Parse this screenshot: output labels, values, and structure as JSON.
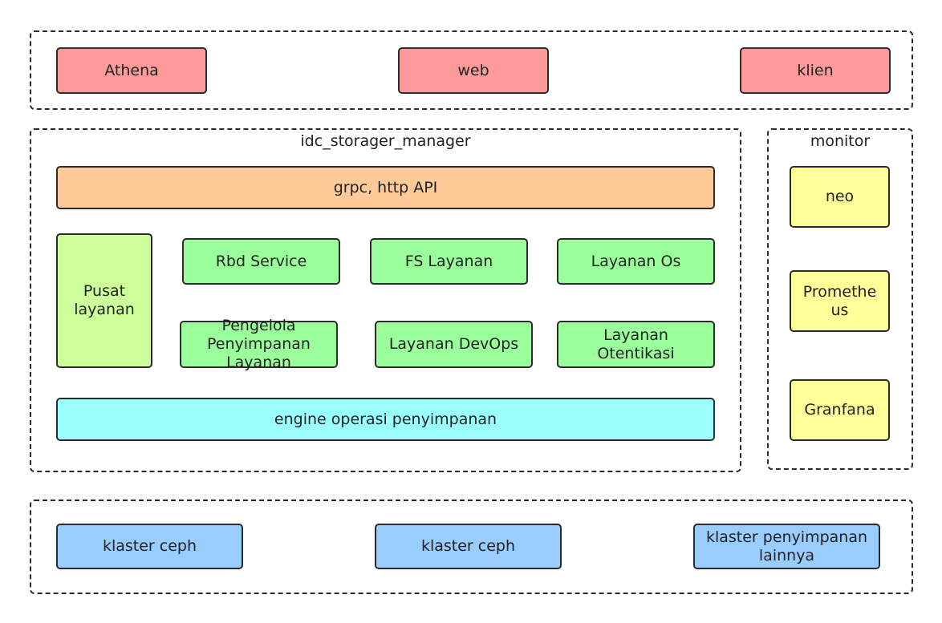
{
  "top_layer": {
    "items": [
      "Athena",
      "web",
      "klien"
    ]
  },
  "manager": {
    "title": "idc_storager_manager",
    "api": "grpc, http API",
    "center": "Pusat layanan",
    "services": [
      "Rbd Service",
      "FS Layanan",
      "Layanan Os",
      "Pengeloia Penyimpanan Layanan",
      "Layanan DevOps",
      "Layanan Otentikasi"
    ],
    "engine": "engine operasi penyimpanan"
  },
  "monitor": {
    "title": "monitor",
    "items": [
      "neo",
      "Promethe us",
      "Granfana"
    ]
  },
  "storage_layer": {
    "items": [
      "klaster ceph",
      "klaster ceph",
      "klaster penyimpanan lainnya"
    ]
  },
  "colors": {
    "client": "#ff9a9a",
    "api": "#ffca97",
    "center": "#ccff99",
    "service": "#9afe9a",
    "engine": "#99ffff",
    "monitor": "#ffff99",
    "storage": "#99ccff"
  }
}
